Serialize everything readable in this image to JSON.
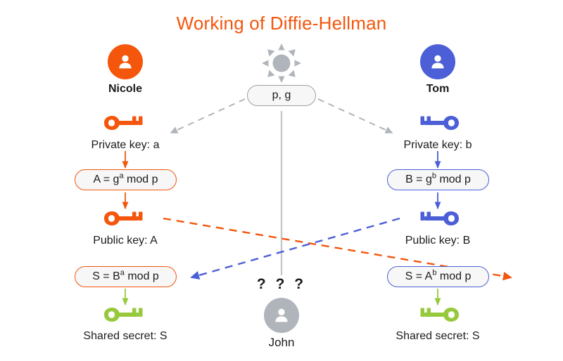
{
  "page": {
    "title": "Working of Diffie-Hellman",
    "background": "#ffffff"
  },
  "colors": {
    "orange": "#F4560C",
    "blue": "#4C5FD7",
    "green": "#97C93D",
    "gray": "#b0b5bb",
    "gray_line": "#c5c8cb",
    "text": "#1b1b1b",
    "pill_fill": "#f7f7f7"
  },
  "parties": {
    "left": {
      "avatar_icon": "person-icon",
      "name": "Nicole",
      "private_key_icon": "key-icon",
      "private_key_label": "Private key: a",
      "compute_box": {
        "text": "A = gᵃ mod p",
        "base": "A = g",
        "exp": "a",
        "tail": "mod p"
      },
      "public_key_icon": "key-icon",
      "public_key_label": "Public key: A",
      "secret_box": {
        "base": "S = B",
        "exp": "a",
        "tail": "mod p"
      },
      "secret_key_icon": "key-icon",
      "secret_label": "Shared secret: S"
    },
    "right": {
      "avatar_icon": "person-icon",
      "name": "Tom",
      "private_key_icon": "key-icon",
      "private_key_label": "Private key: b",
      "compute_box": {
        "base": "B = g",
        "exp": "b",
        "tail": "mod p"
      },
      "public_key_icon": "key-icon",
      "public_key_label": "Public key: B",
      "secret_box": {
        "base": "S = A",
        "exp": "b",
        "tail": "mod p"
      },
      "secret_key_icon": "key-icon",
      "secret_label": "Shared secret: S"
    },
    "center": {
      "sun_icon": "sun-icon",
      "params_box": "p, g",
      "eavesdropper_avatar_icon": "person-icon",
      "eavesdropper_name": "John",
      "question_marks": "? ? ?"
    }
  }
}
